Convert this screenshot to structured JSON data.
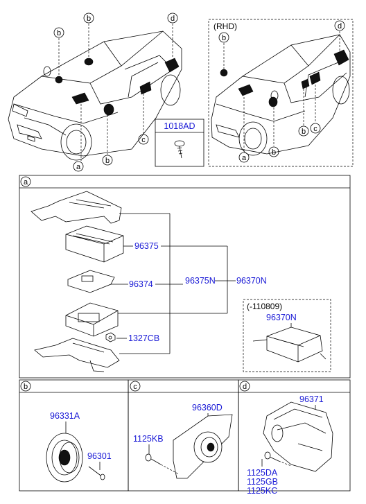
{
  "top": {
    "rhd_label": "(RHD)",
    "screw_box_label": "1018AD",
    "left_car_callouts": [
      "b",
      "b",
      "d",
      "a",
      "b",
      "c"
    ],
    "right_car_callouts": [
      "d",
      "b",
      "a",
      "b",
      "b",
      "c"
    ]
  },
  "section_a": {
    "letter": "a",
    "parts": {
      "p96375": "96375",
      "p96374": "96374",
      "p96375N": "96375N",
      "p96370N": "96370N",
      "p1327CB": "1327CB"
    },
    "variant_box": {
      "title": "(-110809)",
      "part": "96370N"
    }
  },
  "section_b": {
    "letter": "b",
    "p96331A": "96331A",
    "p96301": "96301"
  },
  "section_c": {
    "letter": "c",
    "p96360D": "96360D",
    "p1125KB": "1125KB"
  },
  "section_d": {
    "letter": "d",
    "p96371": "96371",
    "p1125DA": "1125DA",
    "p1125GB": "1125GB",
    "p1125KC": "1125KC"
  }
}
